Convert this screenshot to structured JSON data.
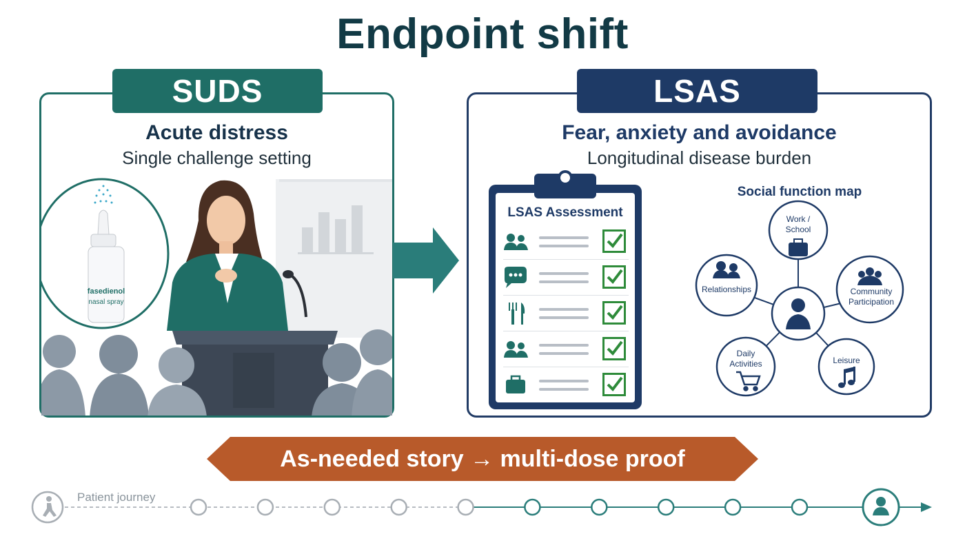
{
  "title": "Endpoint shift",
  "left": {
    "tab": "SUDS",
    "heading": "Acute distress",
    "subheading": "Single challenge setting",
    "spray_label_line1": "fasedienol",
    "spray_label_line2": "nasal spray"
  },
  "right": {
    "tab": "LSAS",
    "heading": "Fear, anxiety and avoidance",
    "subheading": "Longitudinal disease burden",
    "clipboard_title": "LSAS Assessment",
    "checklist": [
      "people-icon",
      "speech-bubble-icon",
      "fork-knife-icon",
      "people-icon",
      "briefcase-icon"
    ],
    "map_title": "Social function map",
    "nodes": {
      "work": "Work /\nSchool",
      "relationships": "Relationships",
      "community": "Community\nParticipation",
      "daily": "Daily\nActivities",
      "leisure": "Leisure"
    }
  },
  "banner": "As-needed story → multi-dose proof",
  "journey": {
    "label": "Patient journey",
    "steps": 10
  },
  "colors": {
    "teal": "#1f6e66",
    "navy": "#1e3a66",
    "orange": "#b85a2a",
    "check_green": "#2e8b3a"
  }
}
